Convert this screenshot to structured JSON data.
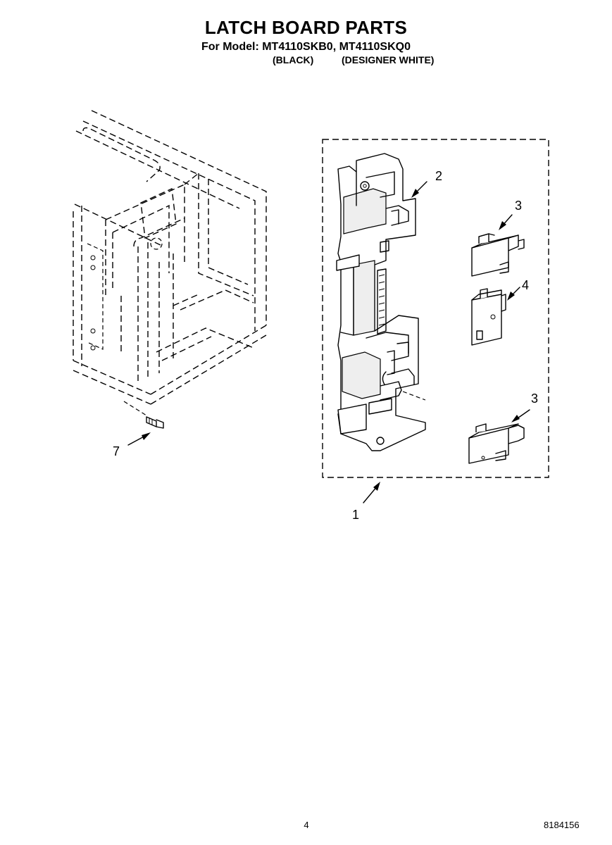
{
  "header": {
    "title": "LATCH BOARD PARTS",
    "model_line": "For Model: MT4110SKB0, MT4110SKQ0",
    "variant_black": "(BLACK)",
    "variant_white": "(DESIGNER WHITE)"
  },
  "callouts": {
    "c1": "1",
    "c2": "2",
    "c3a": "3",
    "c3b": "3",
    "c4": "4",
    "c7": "7"
  },
  "footer": {
    "page_number": "4",
    "doc_number": "8184156"
  }
}
